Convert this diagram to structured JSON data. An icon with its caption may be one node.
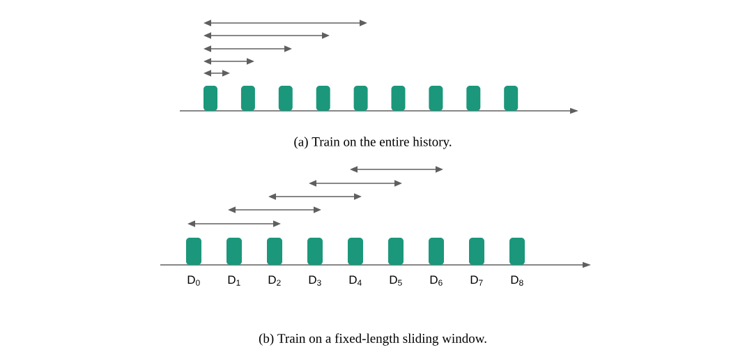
{
  "diagram": {
    "nodes": [
      {
        "text": [],
        "shape": "bar"
      },
      {
        "text": [],
        "shape": "bar"
      },
      {
        "text": [],
        "shape": "bar"
      },
      {
        "text": [],
        "shape": "bar"
      },
      {
        "text": [],
        "shape": "bar"
      },
      {
        "text": [],
        "shape": "bar"
      },
      {
        "text": [],
        "shape": "bar"
      },
      {
        "text": [],
        "shape": "bar"
      },
      {
        "text": [],
        "shape": "bar"
      },
      {
        "text": [],
        "shape": "bar",
        "beside": [
          "D$_{0}$"
        ]
      },
      {
        "text": [],
        "shape": "bar",
        "beside": [
          "D$_{1}$"
        ]
      },
      {
        "text": [],
        "shape": "bar",
        "beside": [
          "D$_{2}$"
        ]
      },
      {
        "text": [],
        "shape": "bar",
        "beside": [
          "D$_{3}$"
        ]
      },
      {
        "text": [],
        "shape": "bar",
        "beside": [
          "D$_{4}$"
        ]
      },
      {
        "text": [],
        "shape": "bar",
        "beside": [
          "D$_{5}$"
        ]
      },
      {
        "text": [],
        "shape": "bar",
        "beside": [
          "D$_{6}$"
        ]
      },
      {
        "text": [],
        "shape": "bar",
        "beside": [
          "D$_{7}$"
        ]
      },
      {
        "text": [],
        "shape": "bar",
        "beside": [
          "D$_{8}$"
        ]
      }
    ],
    "labels": [
      "(a) Train on the entire history.",
      "(b) Train on a fixed-length sliding window."
    ]
  }
}
